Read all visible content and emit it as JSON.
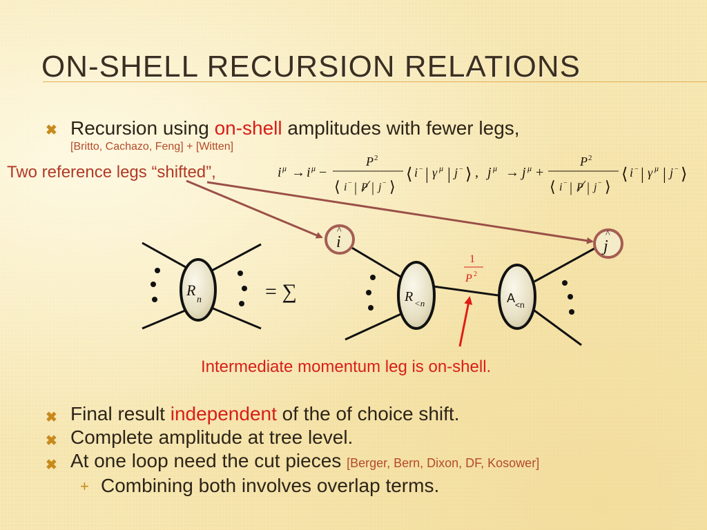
{
  "slide": {
    "title": "On-Shell Recursion Relations"
  },
  "bullets": [
    {
      "pre": "Recursion using ",
      "highlight": "on-shell",
      "post": " amplitudes with fewer legs,",
      "citation": "[Britto, Cachazo, Feng]  + [Witten]"
    },
    {
      "pre": "Final result ",
      "highlight": "independent",
      "post": " of the of choice shift."
    },
    {
      "text": "Complete amplitude at tree level."
    },
    {
      "text": "At one loop need the cut pieces ",
      "citation": "[Berger, Bern, Dixon, DF, Kosower]"
    }
  ],
  "sub_bullet": {
    "text": "Combining both involves overlap terms."
  },
  "shift_label": "Two reference legs “shifted”,",
  "diagram": {
    "lhs_blob": "R",
    "lhs_sub": "n",
    "equals_sum": "= ∑",
    "left_blob": "R",
    "left_sub": "<n",
    "right_blob": "A",
    "right_sub": "<n",
    "leg_i": "i",
    "leg_j": "j",
    "propagator_num": "1",
    "propagator_den": "P",
    "propagator_exp": "2",
    "intermediate_note": "Intermediate momentum leg is on-shell."
  },
  "colors": {
    "accent": "#c8891c",
    "highlight": "#d81e18",
    "arrow": "#9a4f47",
    "blob_fill": "#e9e2c7",
    "callout_stroke": "#a55d52"
  }
}
